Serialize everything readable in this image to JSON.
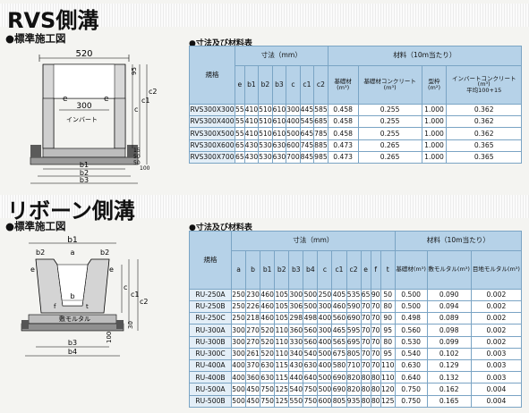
{
  "rvs": {
    "title": "RVS側溝",
    "std_label": "●標準施工図",
    "table_label": "●寸法及び材料表",
    "header": {
      "model": "規格",
      "dims_group": "寸法（mm）",
      "materials_group": "材料（10m当たり）",
      "dim_cols": [
        "e",
        "b1",
        "b2",
        "b3",
        "c",
        "c1",
        "c2"
      ],
      "mat_cols": [
        "基礎材(m³)",
        "基礎材コンクリート(m³)",
        "型枠(m²)",
        "インバートコンクリート(m³)"
      ],
      "mat_note": "平均100+15"
    },
    "rows": [
      [
        "RVS300X300",
        "55",
        "410",
        "510",
        "610",
        "300",
        "445",
        "585",
        "0.458",
        "0.255",
        "1.000",
        "0.362"
      ],
      [
        "RVS300X400",
        "55",
        "410",
        "510",
        "610",
        "400",
        "545",
        "685",
        "0.458",
        "0.255",
        "1.000",
        "0.362"
      ],
      [
        "RVS300X500",
        "55",
        "410",
        "510",
        "610",
        "500",
        "645",
        "785",
        "0.458",
        "0.255",
        "1.000",
        "0.362"
      ],
      [
        "RVS300X600",
        "65",
        "430",
        "530",
        "630",
        "600",
        "745",
        "885",
        "0.473",
        "0.265",
        "1.000",
        "0.365"
      ],
      [
        "RVS300X700",
        "65",
        "430",
        "530",
        "630",
        "700",
        "845",
        "985",
        "0.473",
        "0.265",
        "1.000",
        "0.365"
      ]
    ],
    "diagram": {
      "w": "520",
      "inner": "300",
      "invert": "インバート",
      "e": "e",
      "b1": "b1",
      "b2": "b2",
      "b3": "b3",
      "c": "c",
      "c1": "c1",
      "c2": "c2",
      "d95": "95",
      "d15": "15",
      "d50": "50",
      "d50b": "50",
      "d100": "100"
    }
  },
  "ribbon": {
    "title": "リボーン側溝",
    "std_label": "●標準施工図",
    "table_label": "●寸法及び材料表",
    "header": {
      "model": "規格",
      "dims_group": "寸法（mm）",
      "materials_group": "材料（10m当たり）",
      "dim_cols": [
        "a",
        "b",
        "b1",
        "b2",
        "b3",
        "b4",
        "c",
        "c1",
        "c2",
        "e",
        "f",
        "t"
      ],
      "mat_cols": [
        "基礎材(m³)",
        "敷モルタル(m³)",
        "目地モルタル(m³)"
      ]
    },
    "rows": [
      [
        "RU-250A",
        "250",
        "230",
        "460",
        "105",
        "300",
        "500",
        "250",
        "405",
        "535",
        "65",
        "90",
        "50",
        "0.500",
        "0.090",
        "0.002"
      ],
      [
        "RU-250B",
        "250",
        "226",
        "460",
        "105",
        "306",
        "500",
        "300",
        "460",
        "590",
        "70",
        "70",
        "80",
        "0.500",
        "0.094",
        "0.002"
      ],
      [
        "RU-250C",
        "250",
        "218",
        "460",
        "105",
        "298",
        "498",
        "400",
        "560",
        "690",
        "70",
        "70",
        "90",
        "0.498",
        "0.089",
        "0.002"
      ],
      [
        "RU-300A",
        "300",
        "270",
        "520",
        "110",
        "360",
        "560",
        "300",
        "465",
        "595",
        "70",
        "70",
        "95",
        "0.560",
        "0.098",
        "0.002"
      ],
      [
        "RU-300B",
        "300",
        "270",
        "520",
        "110",
        "330",
        "560",
        "400",
        "565",
        "695",
        "70",
        "70",
        "80",
        "0.530",
        "0.099",
        "0.002"
      ],
      [
        "RU-300C",
        "300",
        "261",
        "520",
        "110",
        "340",
        "540",
        "500",
        "675",
        "805",
        "70",
        "70",
        "95",
        "0.540",
        "0.102",
        "0.003"
      ],
      [
        "RU-400A",
        "400",
        "370",
        "630",
        "115",
        "430",
        "630",
        "400",
        "580",
        "710",
        "70",
        "70",
        "110",
        "0.630",
        "0.129",
        "0.003"
      ],
      [
        "RU-400B",
        "400",
        "360",
        "630",
        "115",
        "440",
        "640",
        "500",
        "690",
        "820",
        "80",
        "80",
        "110",
        "0.640",
        "0.132",
        "0.003"
      ],
      [
        "RU-500A",
        "500",
        "450",
        "750",
        "125",
        "540",
        "750",
        "500",
        "690",
        "820",
        "80",
        "80",
        "120",
        "0.750",
        "0.162",
        "0.004"
      ],
      [
        "RU-500B",
        "500",
        "450",
        "750",
        "125",
        "550",
        "750",
        "600",
        "805",
        "935",
        "80",
        "80",
        "125",
        "0.750",
        "0.165",
        "0.004"
      ]
    ],
    "diagram": {
      "b1": "b1",
      "b2": "b2",
      "a": "a",
      "e": "e",
      "b": "b",
      "f": "f",
      "t": "t",
      "c": "c",
      "c1": "c1",
      "c2": "c2",
      "mortar": "敷モルタル",
      "b3": "b3",
      "b4": "b4",
      "d100": "100",
      "d30": "30"
    }
  }
}
